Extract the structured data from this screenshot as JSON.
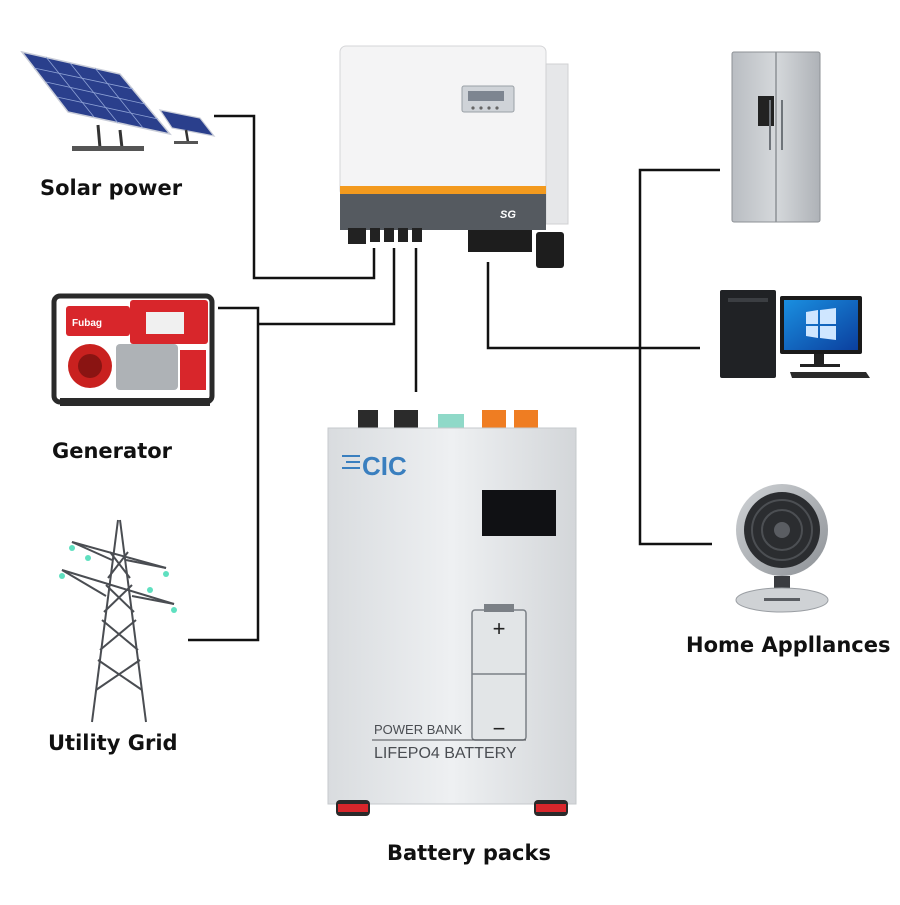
{
  "labels": {
    "solar": "Solar power",
    "generator": "Generator",
    "grid": "Utility Grid",
    "home": "Home Appllances",
    "battery": "Battery packs"
  },
  "battery_unit": {
    "brand": "CIC",
    "title1": "POWER BANK",
    "title2": "LIFEPO4 BATTERY",
    "plus": "+",
    "minus": "−"
  },
  "generator_unit": {
    "brand": "Fubag"
  },
  "inverter_unit": {
    "brand": "SG"
  },
  "colors": {
    "line": "#111111",
    "inverter_accent": "#f39a1e",
    "generator_red": "#d8262b",
    "solar_blue": "#2a3f8c",
    "battery_body": "#e6e8ea",
    "battery_terminal_orange": "#ef7d22",
    "brand_blue": "#3a7fbf"
  },
  "icons": [
    "solar-panel-icon",
    "generator-icon",
    "transmission-tower-icon",
    "inverter-icon",
    "refrigerator-icon",
    "desktop-computer-icon",
    "fan-icon",
    "battery-icon"
  ]
}
